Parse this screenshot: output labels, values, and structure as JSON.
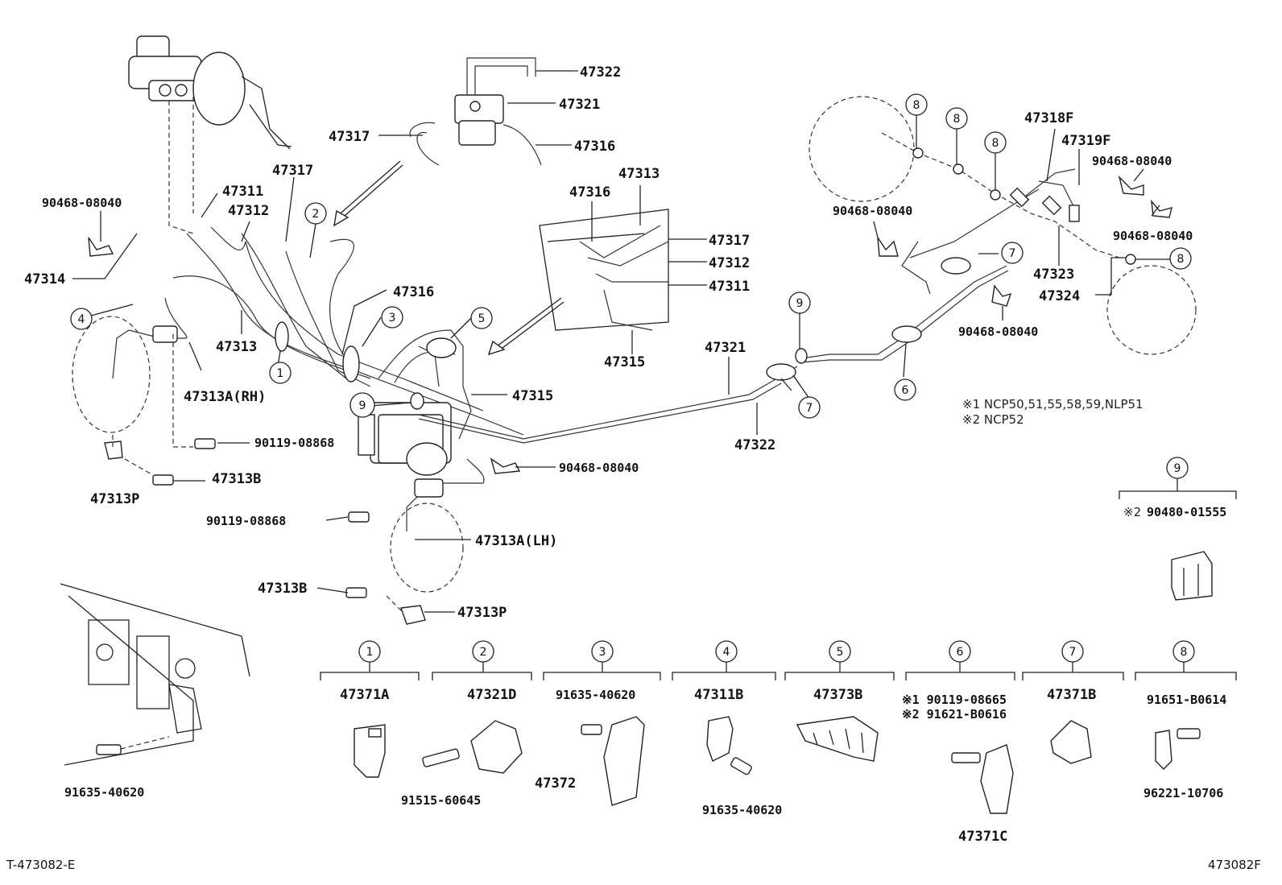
{
  "corner_labels": {
    "bottom_left": "T-473082-E",
    "bottom_right": "473082F"
  },
  "part_labels": [
    "47322",
    "47321",
    "47317",
    "47316",
    "47317",
    "47311",
    "47312",
    "90468-08040",
    "47314",
    "47313",
    "47316",
    "47313A(RH)",
    "90119-08868",
    "47313B",
    "47313P",
    "47315",
    "90468-08040",
    "90119-08868",
    "47313A(LH)",
    "47313B",
    "47313P",
    "47313",
    "47316",
    "47317",
    "47312",
    "47311",
    "47315",
    "47321",
    "47322",
    "47318F",
    "47319F",
    "90468-08040",
    "90468-08040",
    "90468-08040",
    "47323",
    "47324",
    "90468-08040",
    "90480-01555",
    "91635-40620"
  ],
  "notes": [
    "※1 NCP50,51,55,58,59,NLP51",
    "※2 NCP52",
    "※2"
  ],
  "callout_numbers": [
    "1",
    "2",
    "3",
    "4",
    "5",
    "6",
    "7",
    "8",
    "9"
  ],
  "detail_groups": [
    {
      "num": "1",
      "parts": [
        "47371A"
      ]
    },
    {
      "num": "2",
      "parts": [
        "47321D",
        "91515-60645"
      ]
    },
    {
      "num": "3",
      "parts": [
        "91635-40620",
        "47372"
      ]
    },
    {
      "num": "4",
      "parts": [
        "47311B",
        "91635-40620"
      ]
    },
    {
      "num": "5",
      "parts": [
        "47373B"
      ]
    },
    {
      "num": "6",
      "parts": [
        "※1 90119-08665",
        "※2 91621-B0616",
        "47371C"
      ]
    },
    {
      "num": "7",
      "parts": [
        "47371B"
      ]
    },
    {
      "num": "8",
      "parts": [
        "91651-B0614",
        "96221-10706"
      ]
    }
  ]
}
